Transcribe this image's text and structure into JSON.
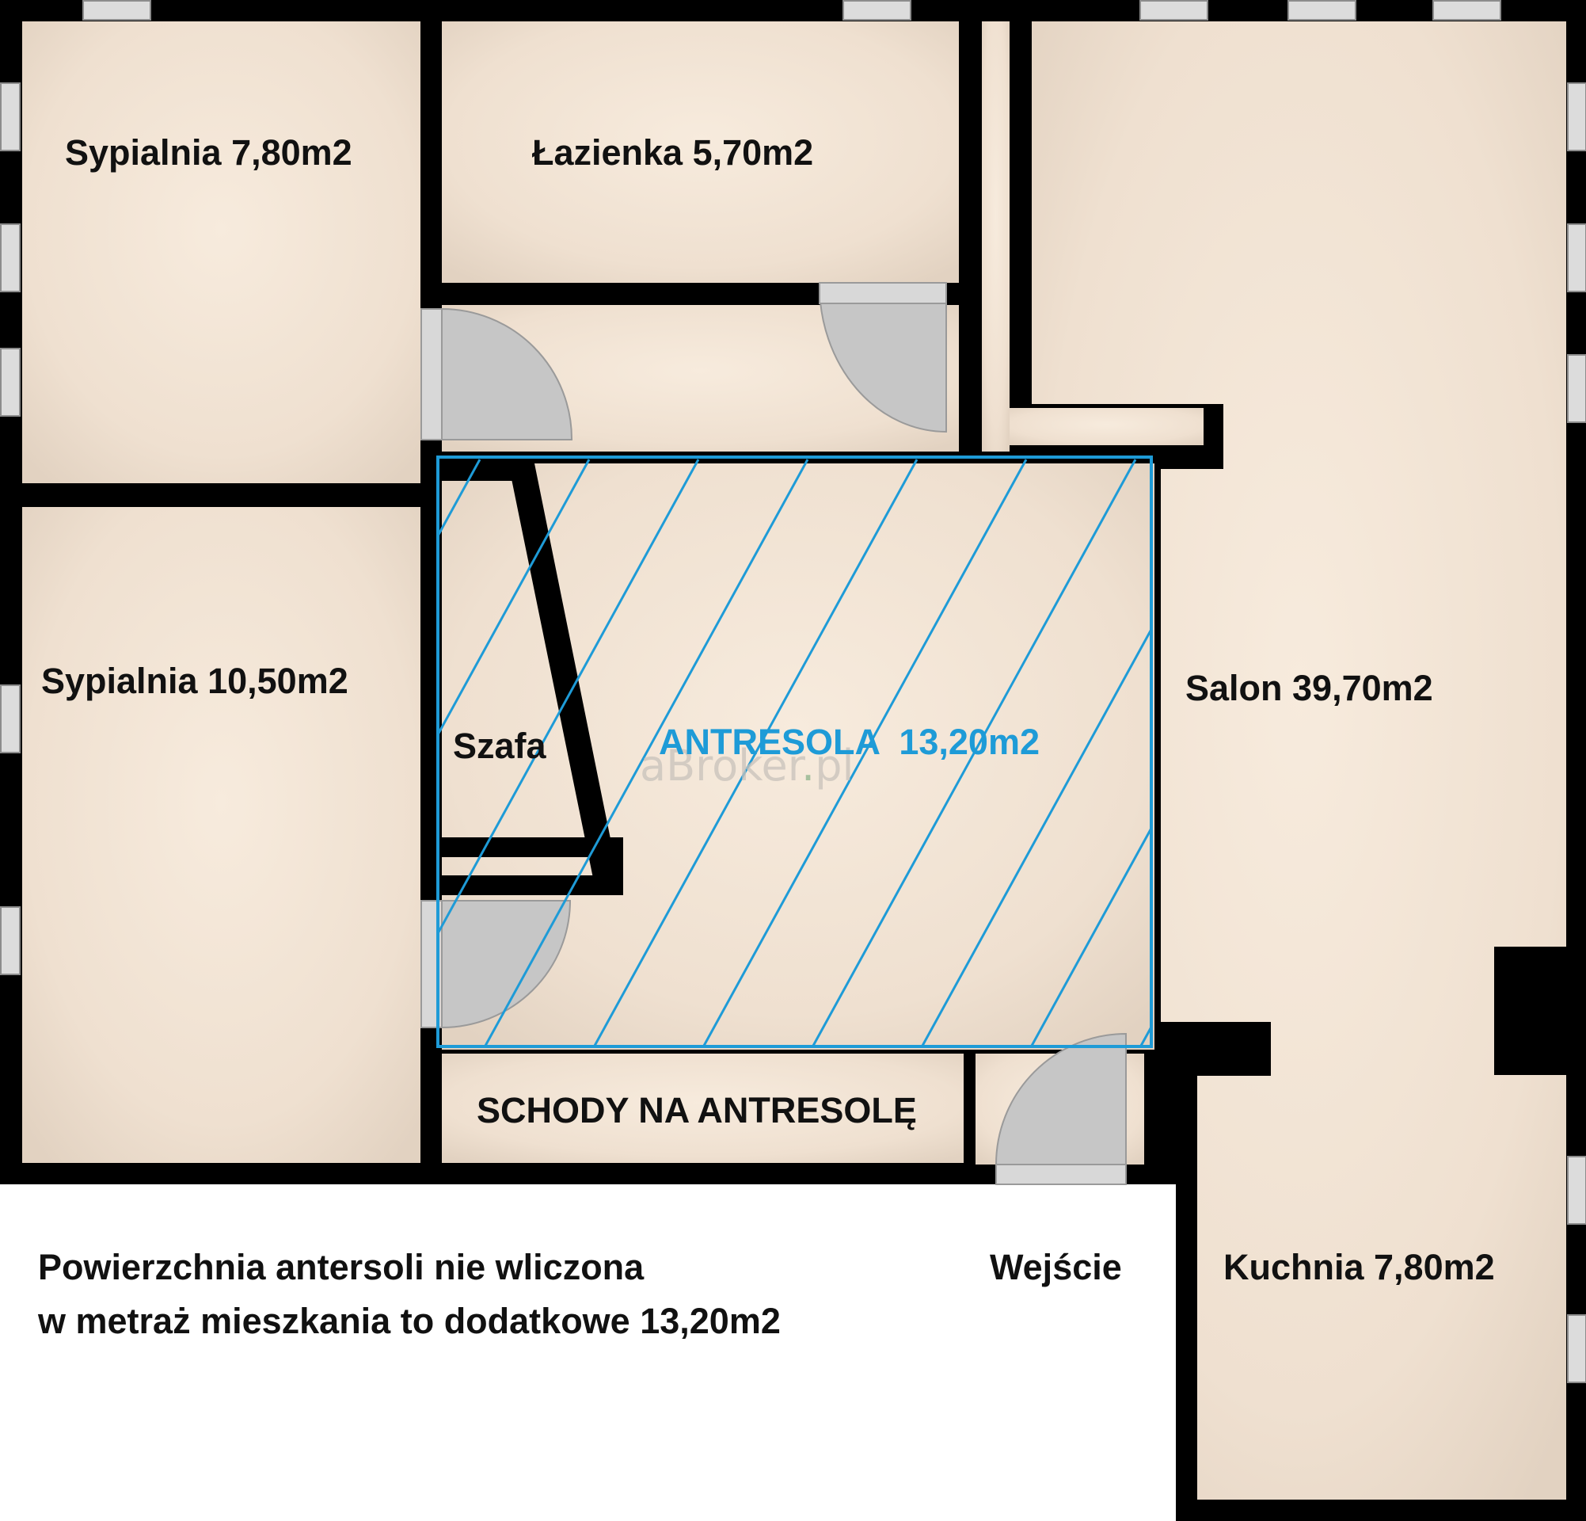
{
  "rooms": {
    "bedroom_1": "Sypialnia 7,80m2",
    "bathroom": "Łazienka 5,70m2",
    "bedroom_2": "Sypialnia 10,50m2",
    "wardrobe": "Szafa",
    "mezzanine": "ANTRESOLA  13,20m2",
    "living_room": "Salon 39,70m2",
    "stairs": "SCHODY NA ANTRESOLĘ",
    "entrance": "Wejście",
    "kitchen": "Kuchnia 7,80m2"
  },
  "note": {
    "line1": "Powierzchnia antersoli nie wliczona",
    "line2": "w metraż mieszkania to dodatkowe 13,20m2"
  },
  "watermark": {
    "prefix": "a",
    "brand": "Broker",
    "dot": ".",
    "tld": "pl"
  },
  "colors": {
    "wall": "#000000",
    "floor": "#f2e4d6",
    "door": "#c8c8c8",
    "mezzanine_hatch": "#1e9bd7"
  }
}
